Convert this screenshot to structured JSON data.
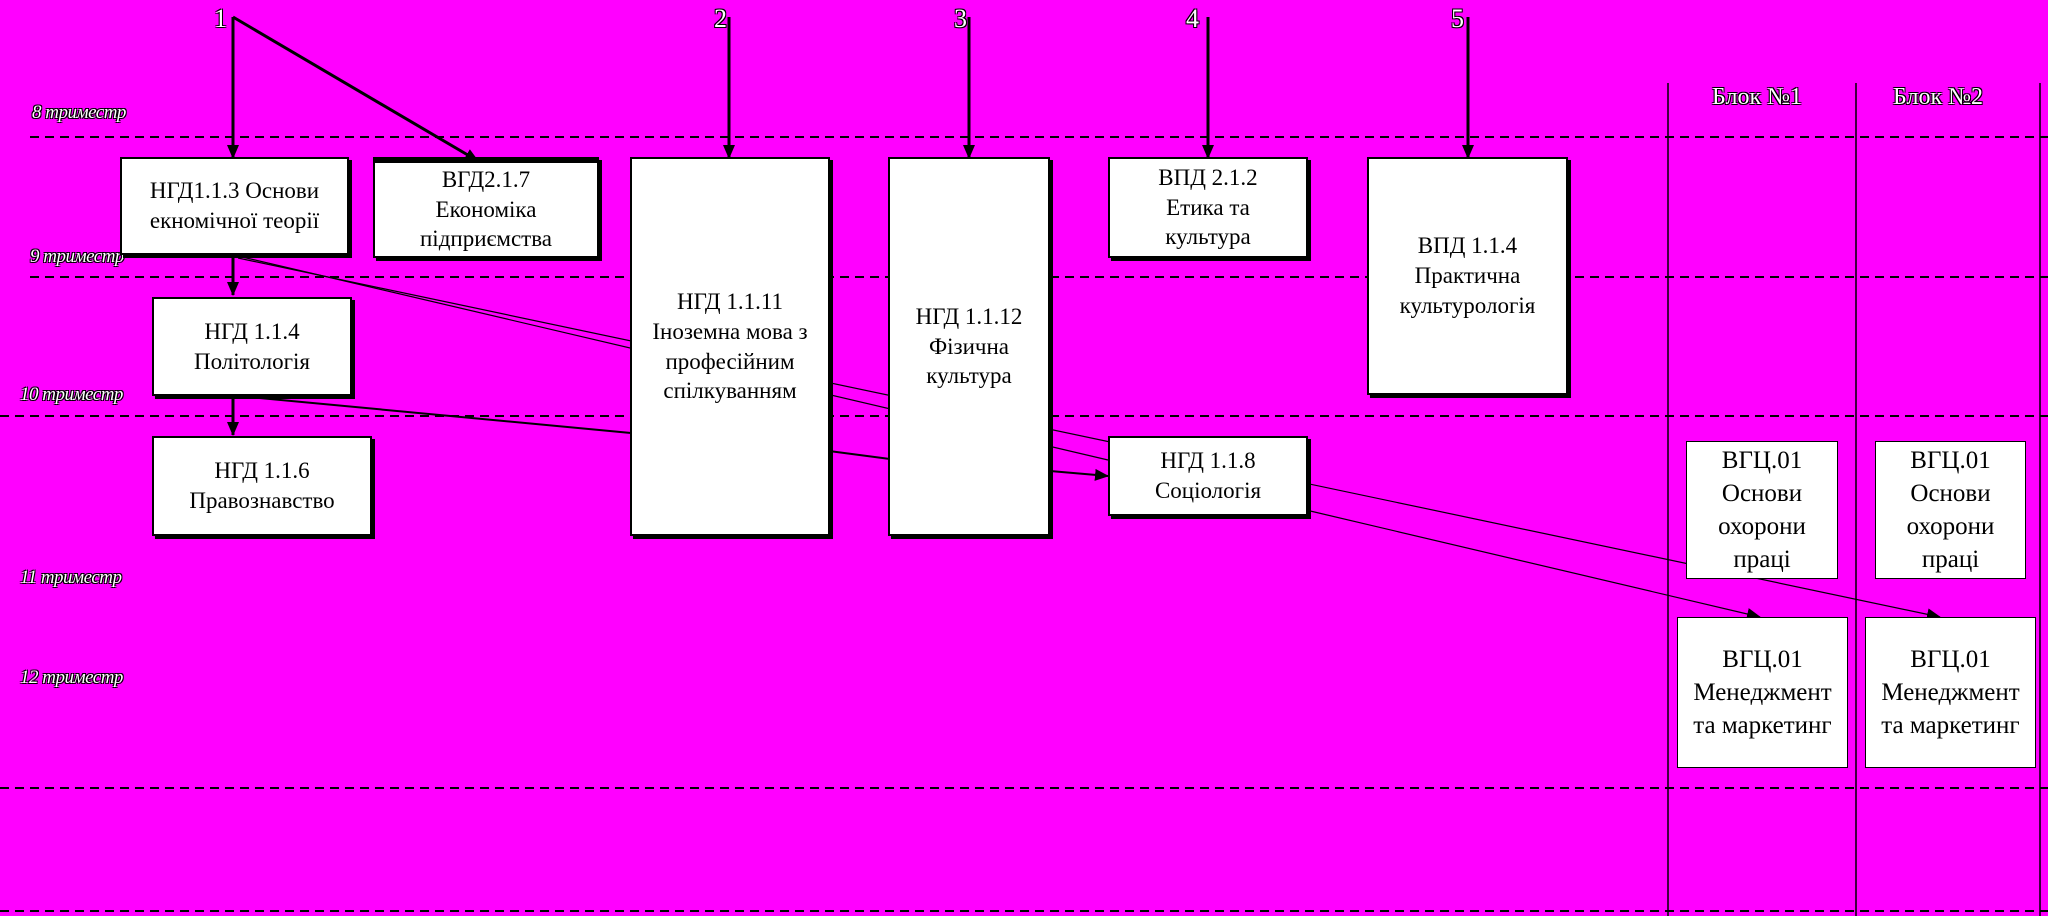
{
  "terms": [
    "8 триместр",
    "9 триместр",
    "10 триместр",
    "11 триместр",
    "12 триместр"
  ],
  "column_numbers": [
    "1",
    "2",
    "3",
    "4",
    "5"
  ],
  "block_headers": [
    "Блок №1",
    "Блок №2"
  ],
  "courses": {
    "ngd113": [
      "НГД1.1.3 Основи",
      "екномічної теорії"
    ],
    "vgd217": [
      "ВГД2.1.7",
      "Економіка",
      "підприємства"
    ],
    "ngd1111": [
      "НГД 1.1.11",
      "Іноземна мова з",
      "професійним",
      "спілкуванням"
    ],
    "ngd1112": [
      "НГД 1.1.12",
      "Фізична",
      "культура"
    ],
    "vpd212": [
      "ВПД 2.1.2",
      "Етика та",
      "культура"
    ],
    "vpd114": [
      "ВПД 1.1.4",
      "Практична",
      "культурологія"
    ],
    "ngd114": [
      "НГД 1.1.4",
      "Політологія"
    ],
    "ngd116": [
      "НГД 1.1.6",
      "Правознавство"
    ],
    "ngd118": [
      "НГД 1.1.8",
      "Соціологія"
    ],
    "b1_labor": [
      "ВГЦ.01",
      "Основи",
      "охорони",
      "праці"
    ],
    "b2_labor": [
      "ВГЦ.01",
      "Основи",
      "охорони",
      "праці"
    ],
    "b1_mgmt": [
      "ВГЦ.01",
      "Менеджмент",
      "та маркетинг"
    ],
    "b2_mgmt": [
      "ВГЦ.01",
      "Менеджмент",
      "та маркетинг"
    ]
  }
}
